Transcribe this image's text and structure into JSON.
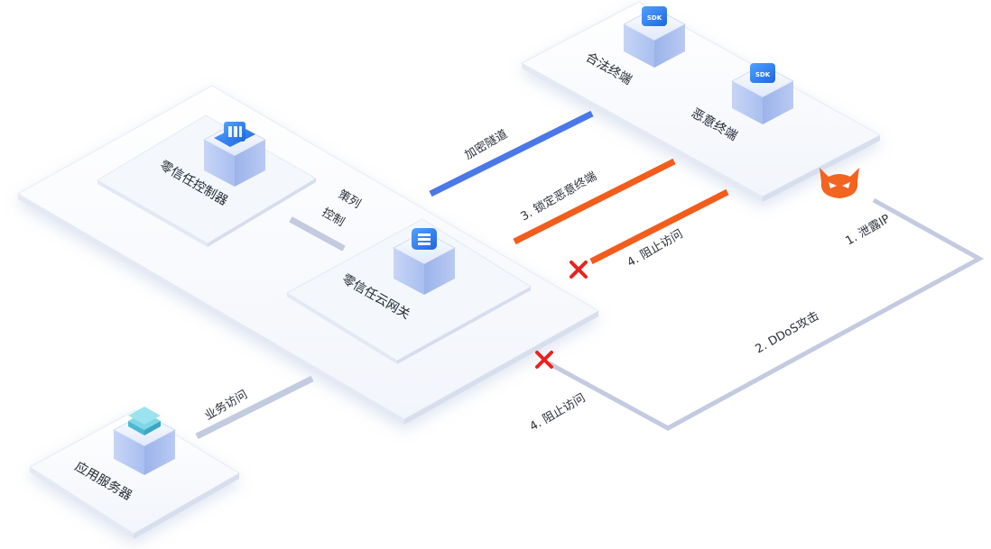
{
  "nodes": {
    "controller": "零信任控制器",
    "gateway": "零信任云网关",
    "app_server": "应用服务器",
    "legit_terminal": "合法终端",
    "malicious_terminal": "恶意终端"
  },
  "edges": {
    "policy_control_1": "策列",
    "policy_control_2": "控制",
    "encrypted_tunnel": "加密隧道",
    "lock_malicious": "3. 锁定恶意终端",
    "block_access_top": "4. 阻止访问",
    "leak_ip": "1. 泄露IP",
    "ddos_attack": "2. DDoS攻击",
    "block_access_bottom": "4. 阻止访问",
    "business_access": "业务访问"
  },
  "icon_badges": {
    "sdk": "SDK"
  },
  "colors": {
    "tunnel_blue": "#4a78e6",
    "attack_orange": "#f25d1b",
    "block_red": "#e8231f",
    "path_gray": "#c3cbe0",
    "icon_blue": "#2f7de8",
    "devil": "#f2641f"
  }
}
